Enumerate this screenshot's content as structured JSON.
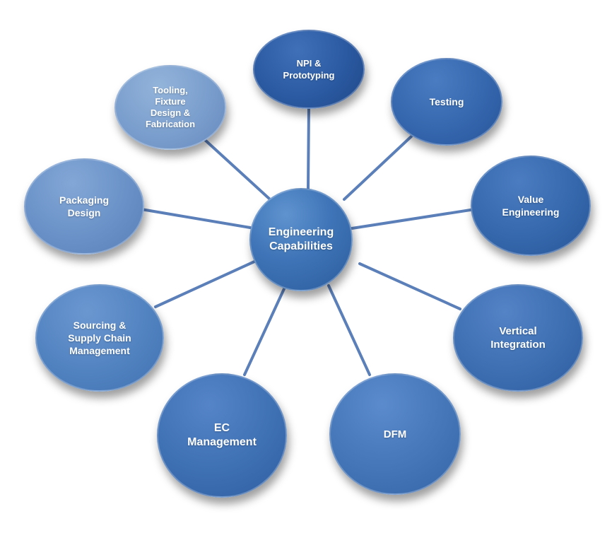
{
  "center": {
    "label": "Engineering\nCapabilities"
  },
  "nodes": {
    "npi": "NPI &\nPrototyping",
    "testing": "Testing",
    "value_engineering": "Value\nEngineering",
    "vertical_integration": "Vertical\nIntegration",
    "dfm": "DFM",
    "ec_management": "EC\nManagement",
    "sourcing": "Sourcing &\nSupply Chain\nManagement",
    "packaging": "Packaging\nDesign",
    "tooling": "Tooling,\nFixture\nDesign &\nFabrication"
  },
  "colors": {
    "connector": "#5b7fb8",
    "primary": "#2b5aa2",
    "light": "#7a9ecd"
  }
}
